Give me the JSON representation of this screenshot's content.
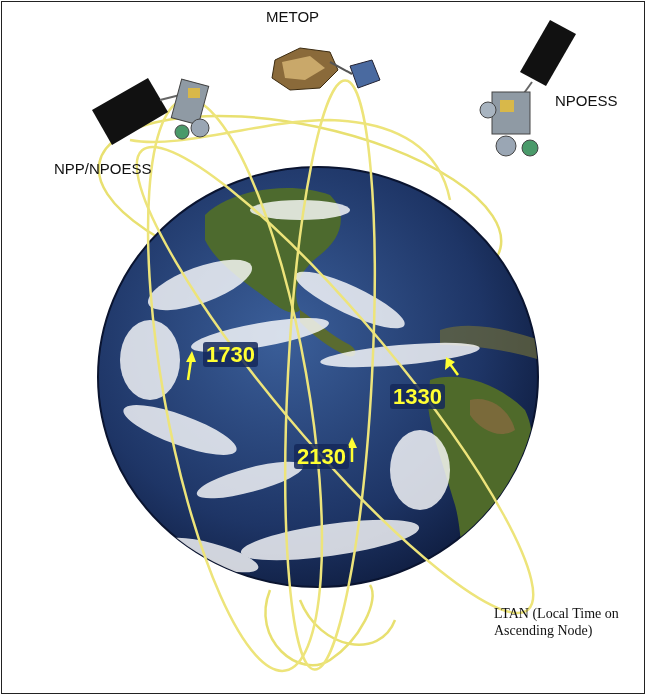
{
  "diagram": {
    "labels": [
      "METOP",
      "NPP/NPOESS",
      "NPOESS",
      "1730",
      "1330",
      "2130",
      "LTAN (Local Time on Ascending Node)"
    ]
  }
}
